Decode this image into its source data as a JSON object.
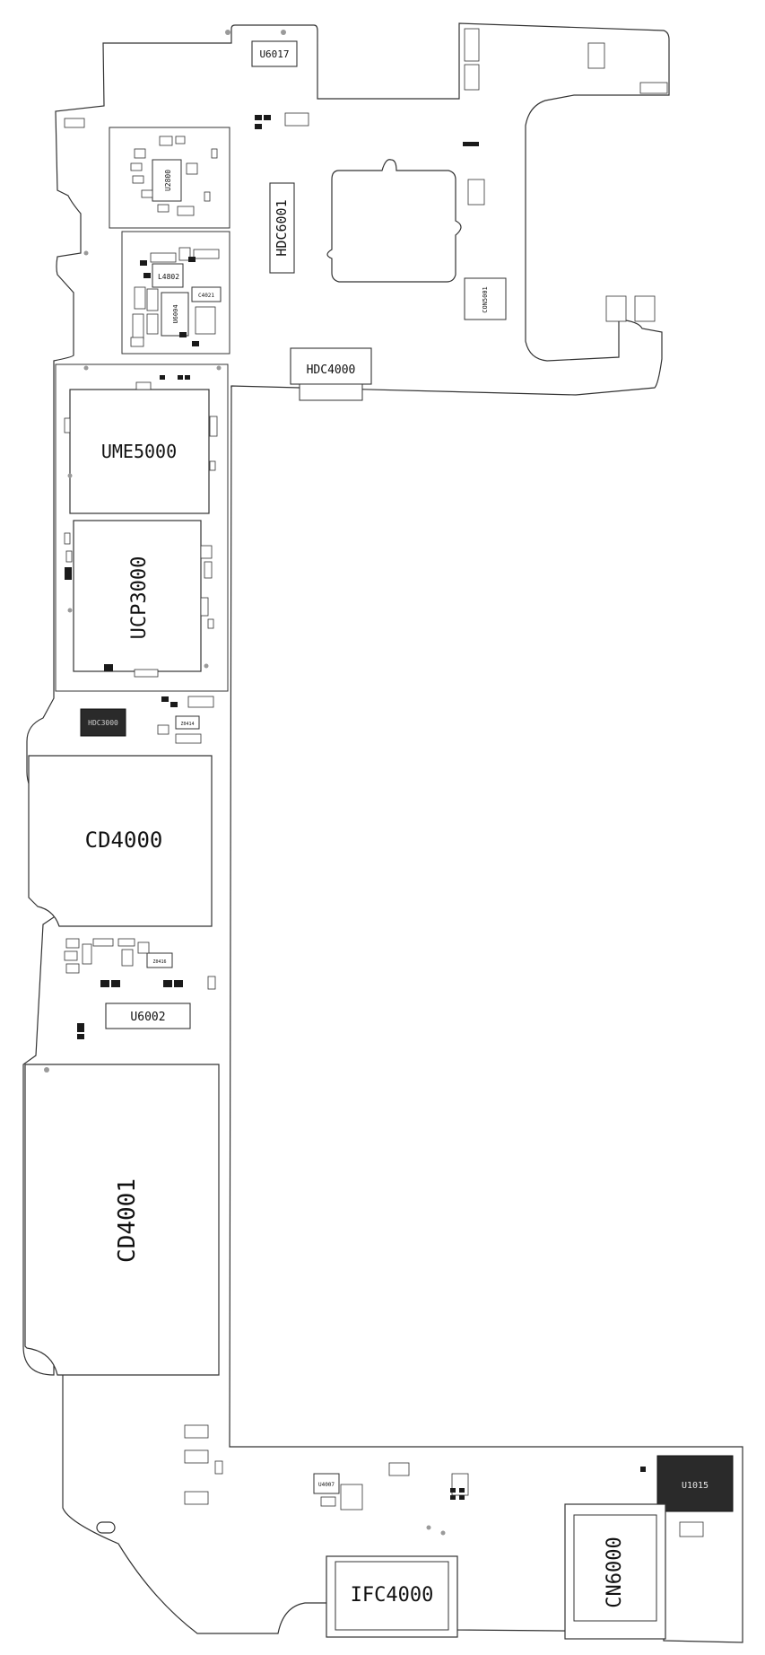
{
  "colors": {
    "outline": "#333333",
    "component_fill": "#ffffff",
    "dark_fill": "#2a2a2a",
    "pad_fill": "#1a1a1a",
    "via_fill": "#9a9a9a"
  },
  "labels": {
    "u6017": "U6017",
    "hdc6001": "HDC6001",
    "hdc4000": "HDC4000",
    "ume5000": "UME5000",
    "ucp3000": "UCP3000",
    "hdc3000": "HDC3000",
    "cd4000": "CD4000",
    "u6002": "U6002",
    "cd4001": "CD4001",
    "u4007": "U4007",
    "u1015": "U1015",
    "cn6000": "CN6000",
    "ifc4000": "IFC4000",
    "u2800": "U2800",
    "l4802": "L4802",
    "u6004": "U6004",
    "c4021": "C4021",
    "con5001": "CON5001",
    "z0414": "Z0414",
    "z0416": "Z0416"
  }
}
